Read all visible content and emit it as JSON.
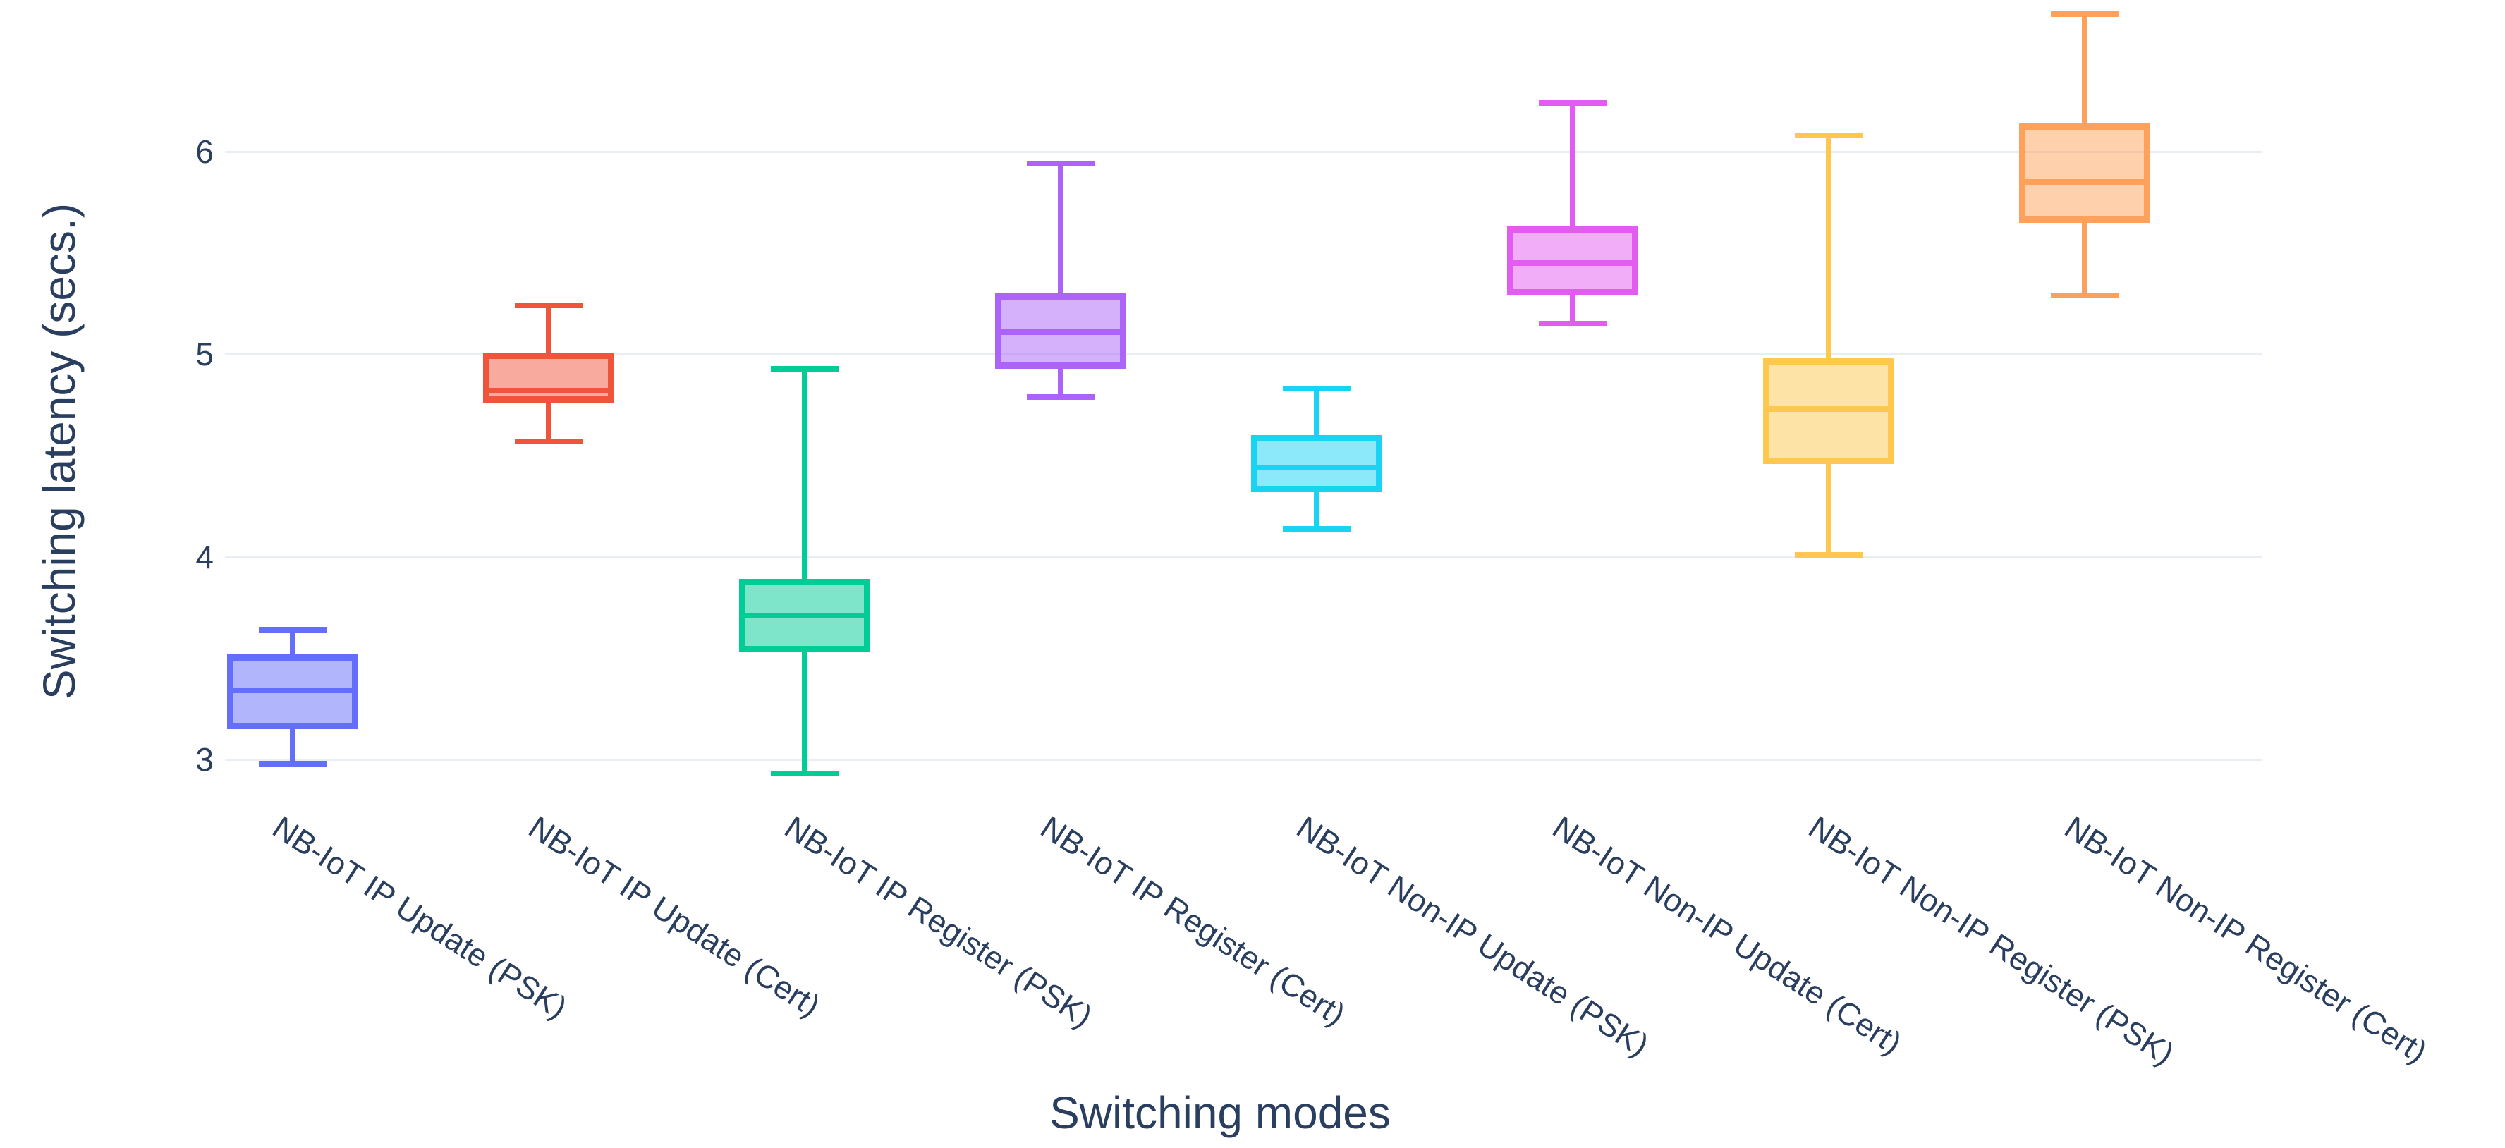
{
  "chart_data": {
    "type": "box",
    "title": "",
    "xlabel": "Switching modes",
    "ylabel": "Switching latency (secs.)",
    "yticks": [
      6,
      5,
      4,
      3
    ],
    "ylim": [
      2.6,
      6.9
    ],
    "grid": true,
    "legend": false,
    "orientation": "vertical",
    "background_color": "#ffffff",
    "text_color": "#2a3f5f",
    "grid_color": "#e8edf6",
    "categories": [
      "NB-IoT IP Update (PSK)",
      "NB-IoT IP Update (Cert)",
      "NB-IoT IP Register (PSK)",
      "NB-IoT IP Register (Cert)",
      "NB-IoT Non-IP Update (PSK)",
      "NB-IoT Non-IP Update (Cert)",
      "NB-IoT Non-IP Register (PSK)",
      "NB-IoT Non-IP Register (Cert)"
    ],
    "series": [
      {
        "name": "NB-IoT IP Update (PSK)",
        "color": "#636EFA",
        "fill": "rgba(99,110,250,0.5)",
        "min": 2.98,
        "q1": 3.15,
        "median": 3.34,
        "q3": 3.52,
        "max": 3.64
      },
      {
        "name": "NB-IoT IP Update (Cert)",
        "color": "#EF553B",
        "fill": "rgba(239,85,59,0.5)",
        "min": 4.57,
        "q1": 4.76,
        "median": 4.82,
        "q3": 5.01,
        "max": 5.24
      },
      {
        "name": "NB-IoT IP Register (PSK)",
        "color": "#00CC96",
        "fill": "rgba(0,204,150,0.5)",
        "min": 2.93,
        "q1": 3.53,
        "median": 3.71,
        "q3": 3.89,
        "max": 4.93
      },
      {
        "name": "NB-IoT IP Register (Cert)",
        "color": "#AB63FA",
        "fill": "rgba(171,99,250,0.5)",
        "min": 4.79,
        "q1": 4.93,
        "median": 5.11,
        "q3": 5.3,
        "max": 5.94
      },
      {
        "name": "NB-IoT Non-IP Update (PSK)",
        "color": "#19D3F3",
        "fill": "rgba(25,211,243,0.5)",
        "min": 4.14,
        "q1": 4.32,
        "median": 4.44,
        "q3": 4.6,
        "max": 4.83
      },
      {
        "name": "NB-IoT Non-IP Update (Cert)",
        "color": "#E35CF2",
        "fill": "rgba(227,92,242,0.5)",
        "min": 5.15,
        "q1": 5.29,
        "median": 5.45,
        "q3": 5.63,
        "max": 6.24
      },
      {
        "name": "NB-IoT Non-IP Register (PSK)",
        "color": "#FEC84F",
        "fill": "rgba(254,200,79,0.5)",
        "min": 4.01,
        "q1": 4.46,
        "median": 4.73,
        "q3": 4.98,
        "max": 6.08
      },
      {
        "name": "NB-IoT Non-IP Register (Cert)",
        "color": "#FFA15A",
        "fill": "rgba(255,161,90,0.5)",
        "min": 5.29,
        "q1": 5.65,
        "median": 5.85,
        "q3": 6.14,
        "max": 6.68
      }
    ]
  }
}
